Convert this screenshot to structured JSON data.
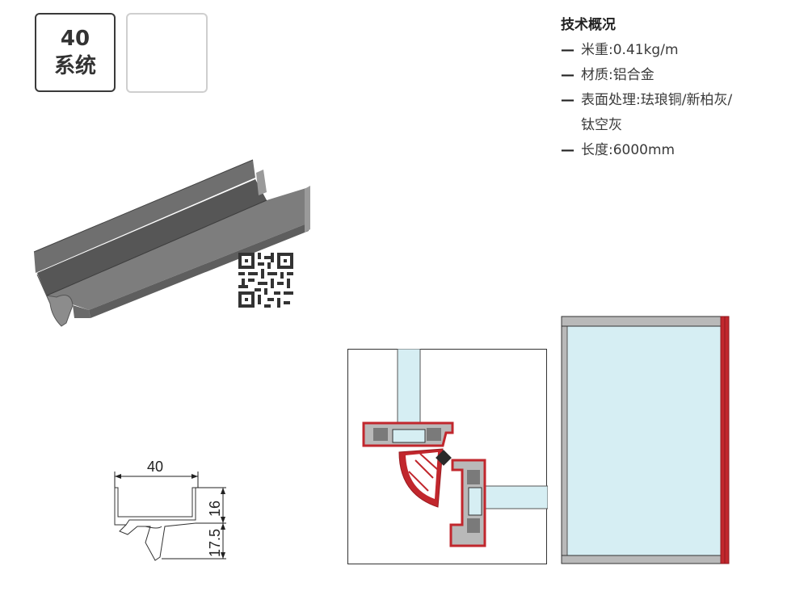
{
  "system_badge": {
    "number": "40",
    "label": "系统"
  },
  "specs": {
    "title": "技术概况",
    "dash": "—",
    "items": [
      {
        "text": "米重:0.41kg/m"
      },
      {
        "text": "材质:铝合金"
      },
      {
        "text": "表面处理:珐琅铜/新柏灰/",
        "continuation": "钛空灰"
      },
      {
        "text": "长度:6000mm"
      }
    ]
  },
  "dimensions": {
    "width": "40",
    "upper_height": "16",
    "lower_height": "17.5"
  },
  "colors": {
    "profile_gray": "#8a8a8a",
    "glass": "#d6eef3",
    "frame_red": "#c1272d",
    "frame_gray": "#b9b9b9"
  }
}
